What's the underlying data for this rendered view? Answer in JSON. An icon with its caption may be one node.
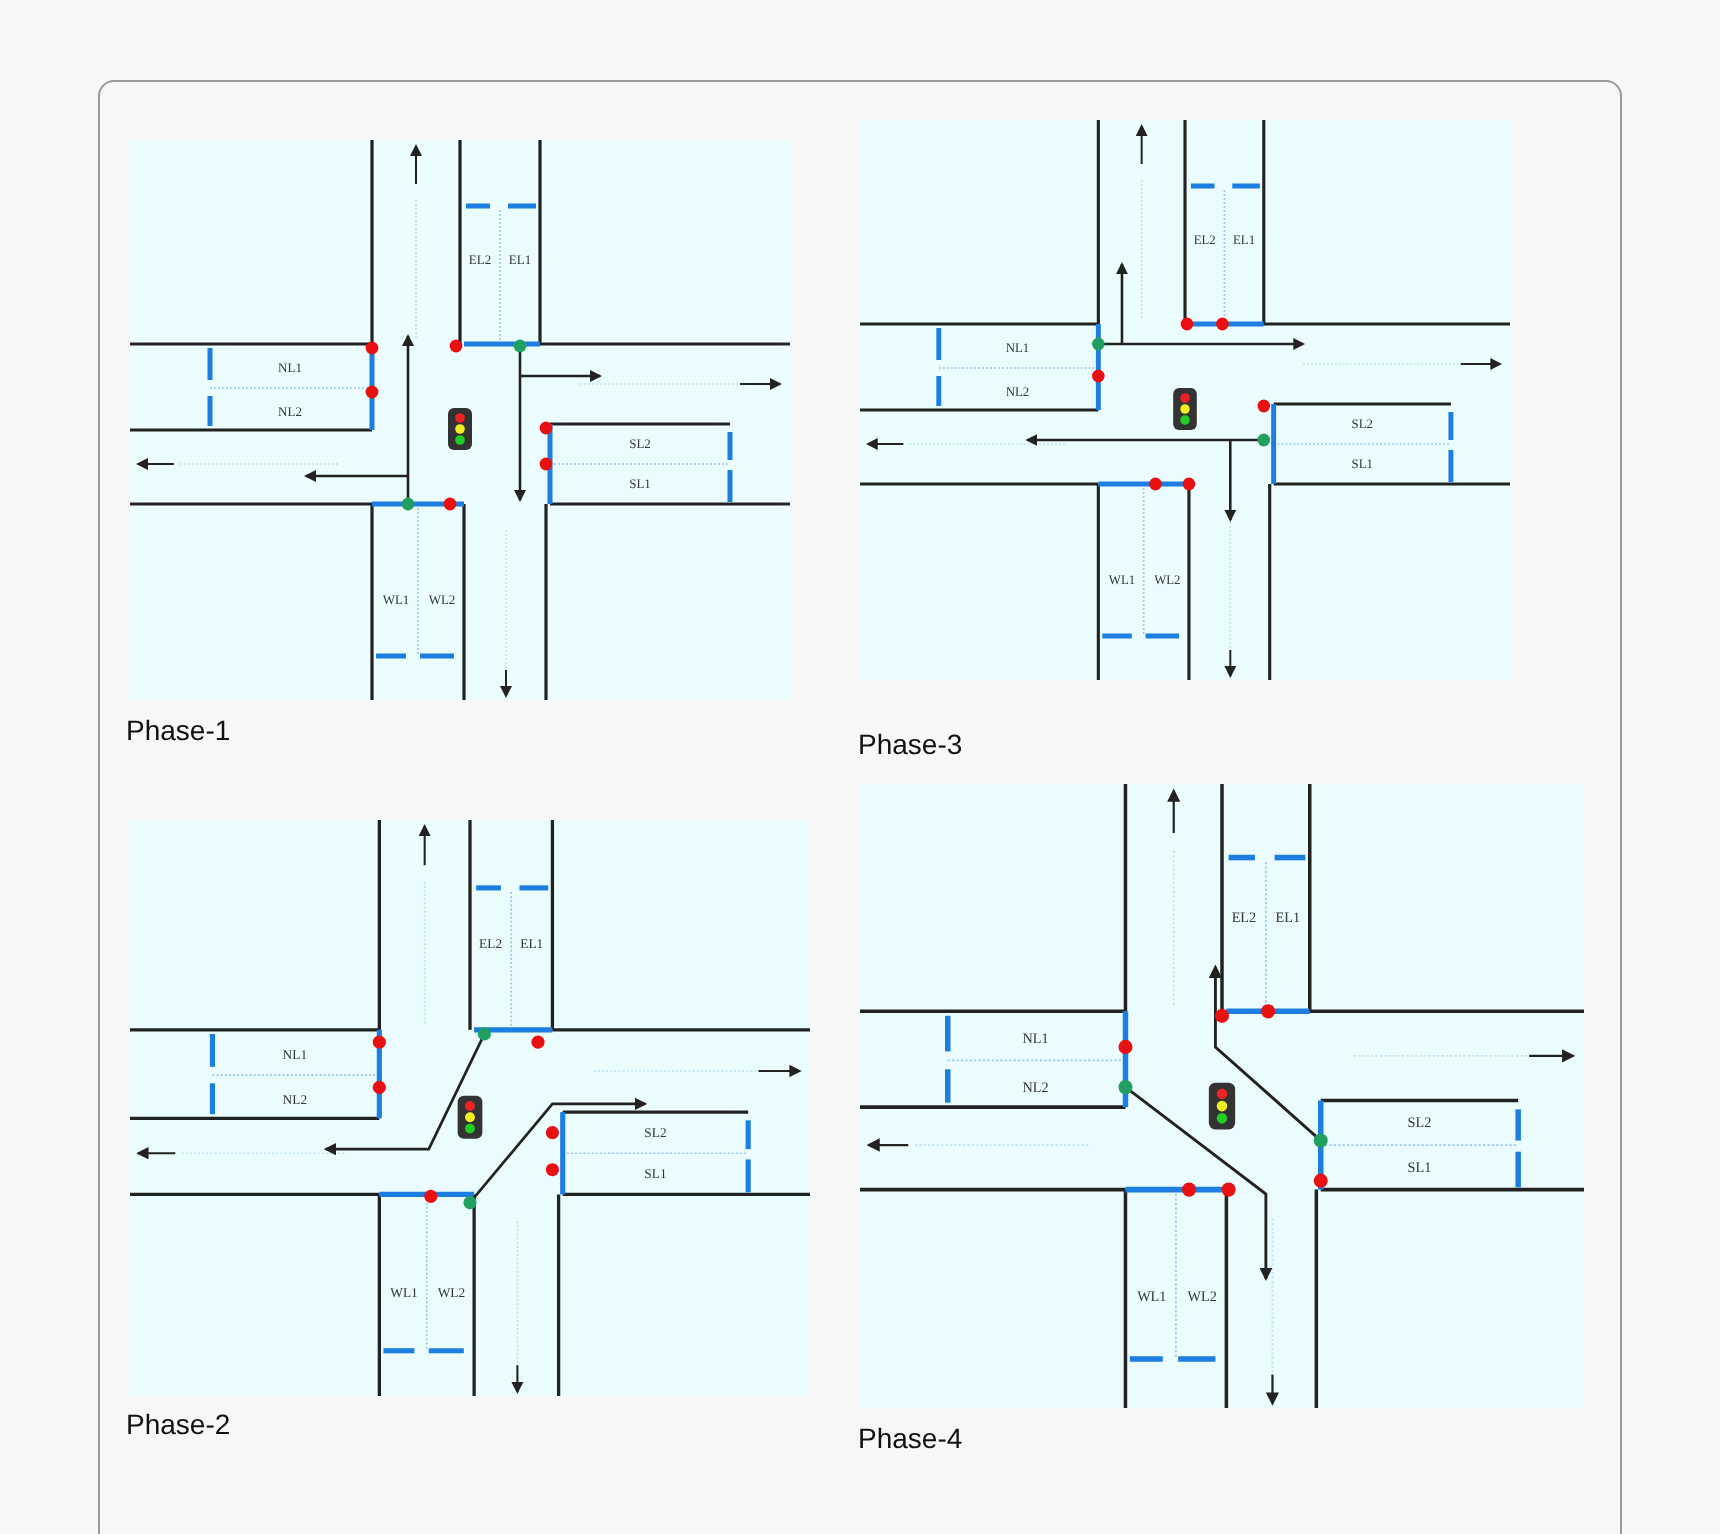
{
  "diagram": {
    "labels": [
      "EL2",
      "EL1",
      "NL1",
      "NL2",
      "SL2",
      "SL1",
      "WL1",
      "WL2",
      "Phase-1",
      "EL2",
      "EL1",
      "NL1",
      "NL2",
      "SL2",
      "SL1",
      "WL1",
      "WL2",
      "Phase-3",
      "EL2",
      "EL1",
      "NL1",
      "NL2",
      "SL2",
      "SL1",
      "WL1",
      "WL2",
      "Phase-2",
      "EL2",
      "EL1",
      "NL1",
      "NL2",
      "SL2",
      "SL1",
      "WL1",
      "WL2",
      "Phase-4"
    ]
  }
}
